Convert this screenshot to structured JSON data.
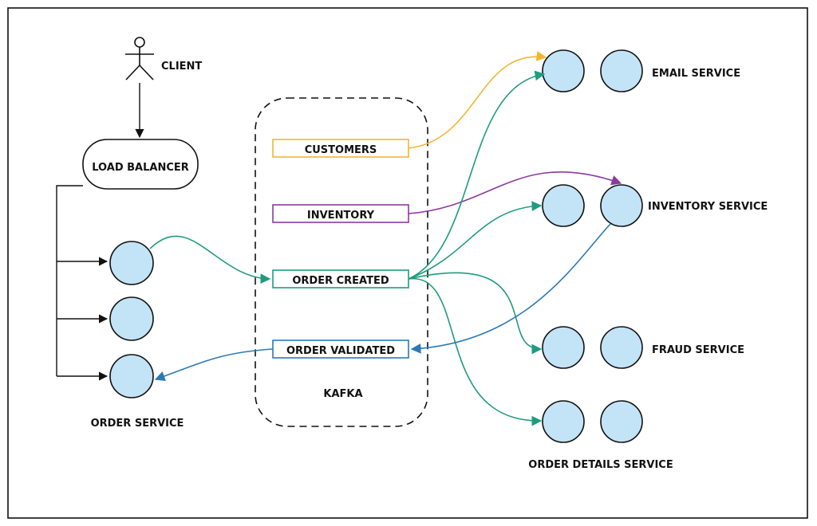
{
  "labels": {
    "client": "CLIENT",
    "load_balancer": "LOAD BALANCER",
    "order_service": "ORDER SERVICE",
    "kafka": "KAFKA",
    "email_service": "EMAIL SERVICE",
    "inventory_service": "INVENTORY SERVICE",
    "fraud_service": "FRAUD SERVICE",
    "order_details_service": "ORDER DETAILS SERVICE"
  },
  "topics": {
    "customers": "CUSTOMERS",
    "inventory": "INVENTORY",
    "order_created": "ORDER CREATED",
    "order_validated": "ORDER VALIDATED"
  },
  "colors": {
    "customers": "#f2b632",
    "inventory": "#8b3a9e",
    "order_created": "#1f9c7f",
    "order_validated": "#2a7ab8",
    "node_fill": "#c3e3f7",
    "line": "#111111"
  }
}
